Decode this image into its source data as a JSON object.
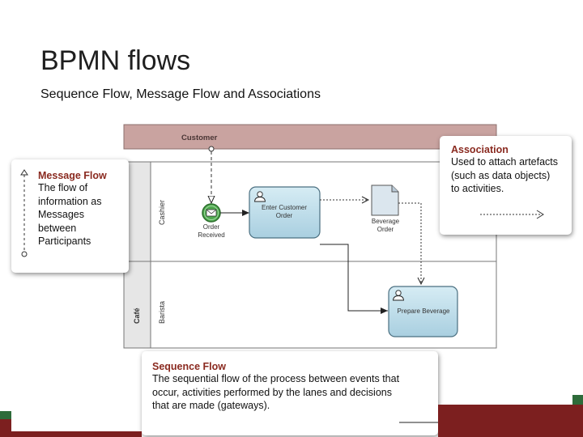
{
  "slide": {
    "title": "BPMN flows",
    "subtitle": "Sequence Flow, Message Flow and Associations"
  },
  "pool_customer": {
    "label": "Customer"
  },
  "pool_cafe": {
    "label": "Café",
    "lanes": {
      "cashier": "Cashier",
      "barista": "Barista"
    }
  },
  "nodes": {
    "start_event": {
      "label_line1": "Order",
      "label_line2": "Received"
    },
    "task_enter": {
      "label_line1": "Enter Customer",
      "label_line2": "Order"
    },
    "data_object": {
      "label_line1": "Beverage",
      "label_line2": "Order"
    },
    "task_prepare": {
      "label": "Prepare Beverage"
    }
  },
  "callouts": {
    "message_flow": {
      "title": "Message Flow",
      "body": [
        "The flow of",
        "information as",
        "Messages",
        "between",
        "Participants"
      ]
    },
    "association": {
      "title": "Association",
      "body": [
        "Used to attach artefacts",
        "(such as data objects)",
        "to activities."
      ]
    },
    "sequence_flow": {
      "title": "Sequence Flow",
      "body": [
        "The sequential flow of the process between events that",
        "occur, activities performed by the lanes and decisions",
        "that are made (gateways)."
      ]
    }
  },
  "colors": {
    "customer_band": "#c9a3a0",
    "task_fill": "#bcdce9",
    "task_stroke": "#4a6f80",
    "event_fill": "#4fa84f",
    "callout_title": "#8a2a20",
    "bar_red": "#7c1f1f",
    "bar_green": "#2e6b3a"
  }
}
